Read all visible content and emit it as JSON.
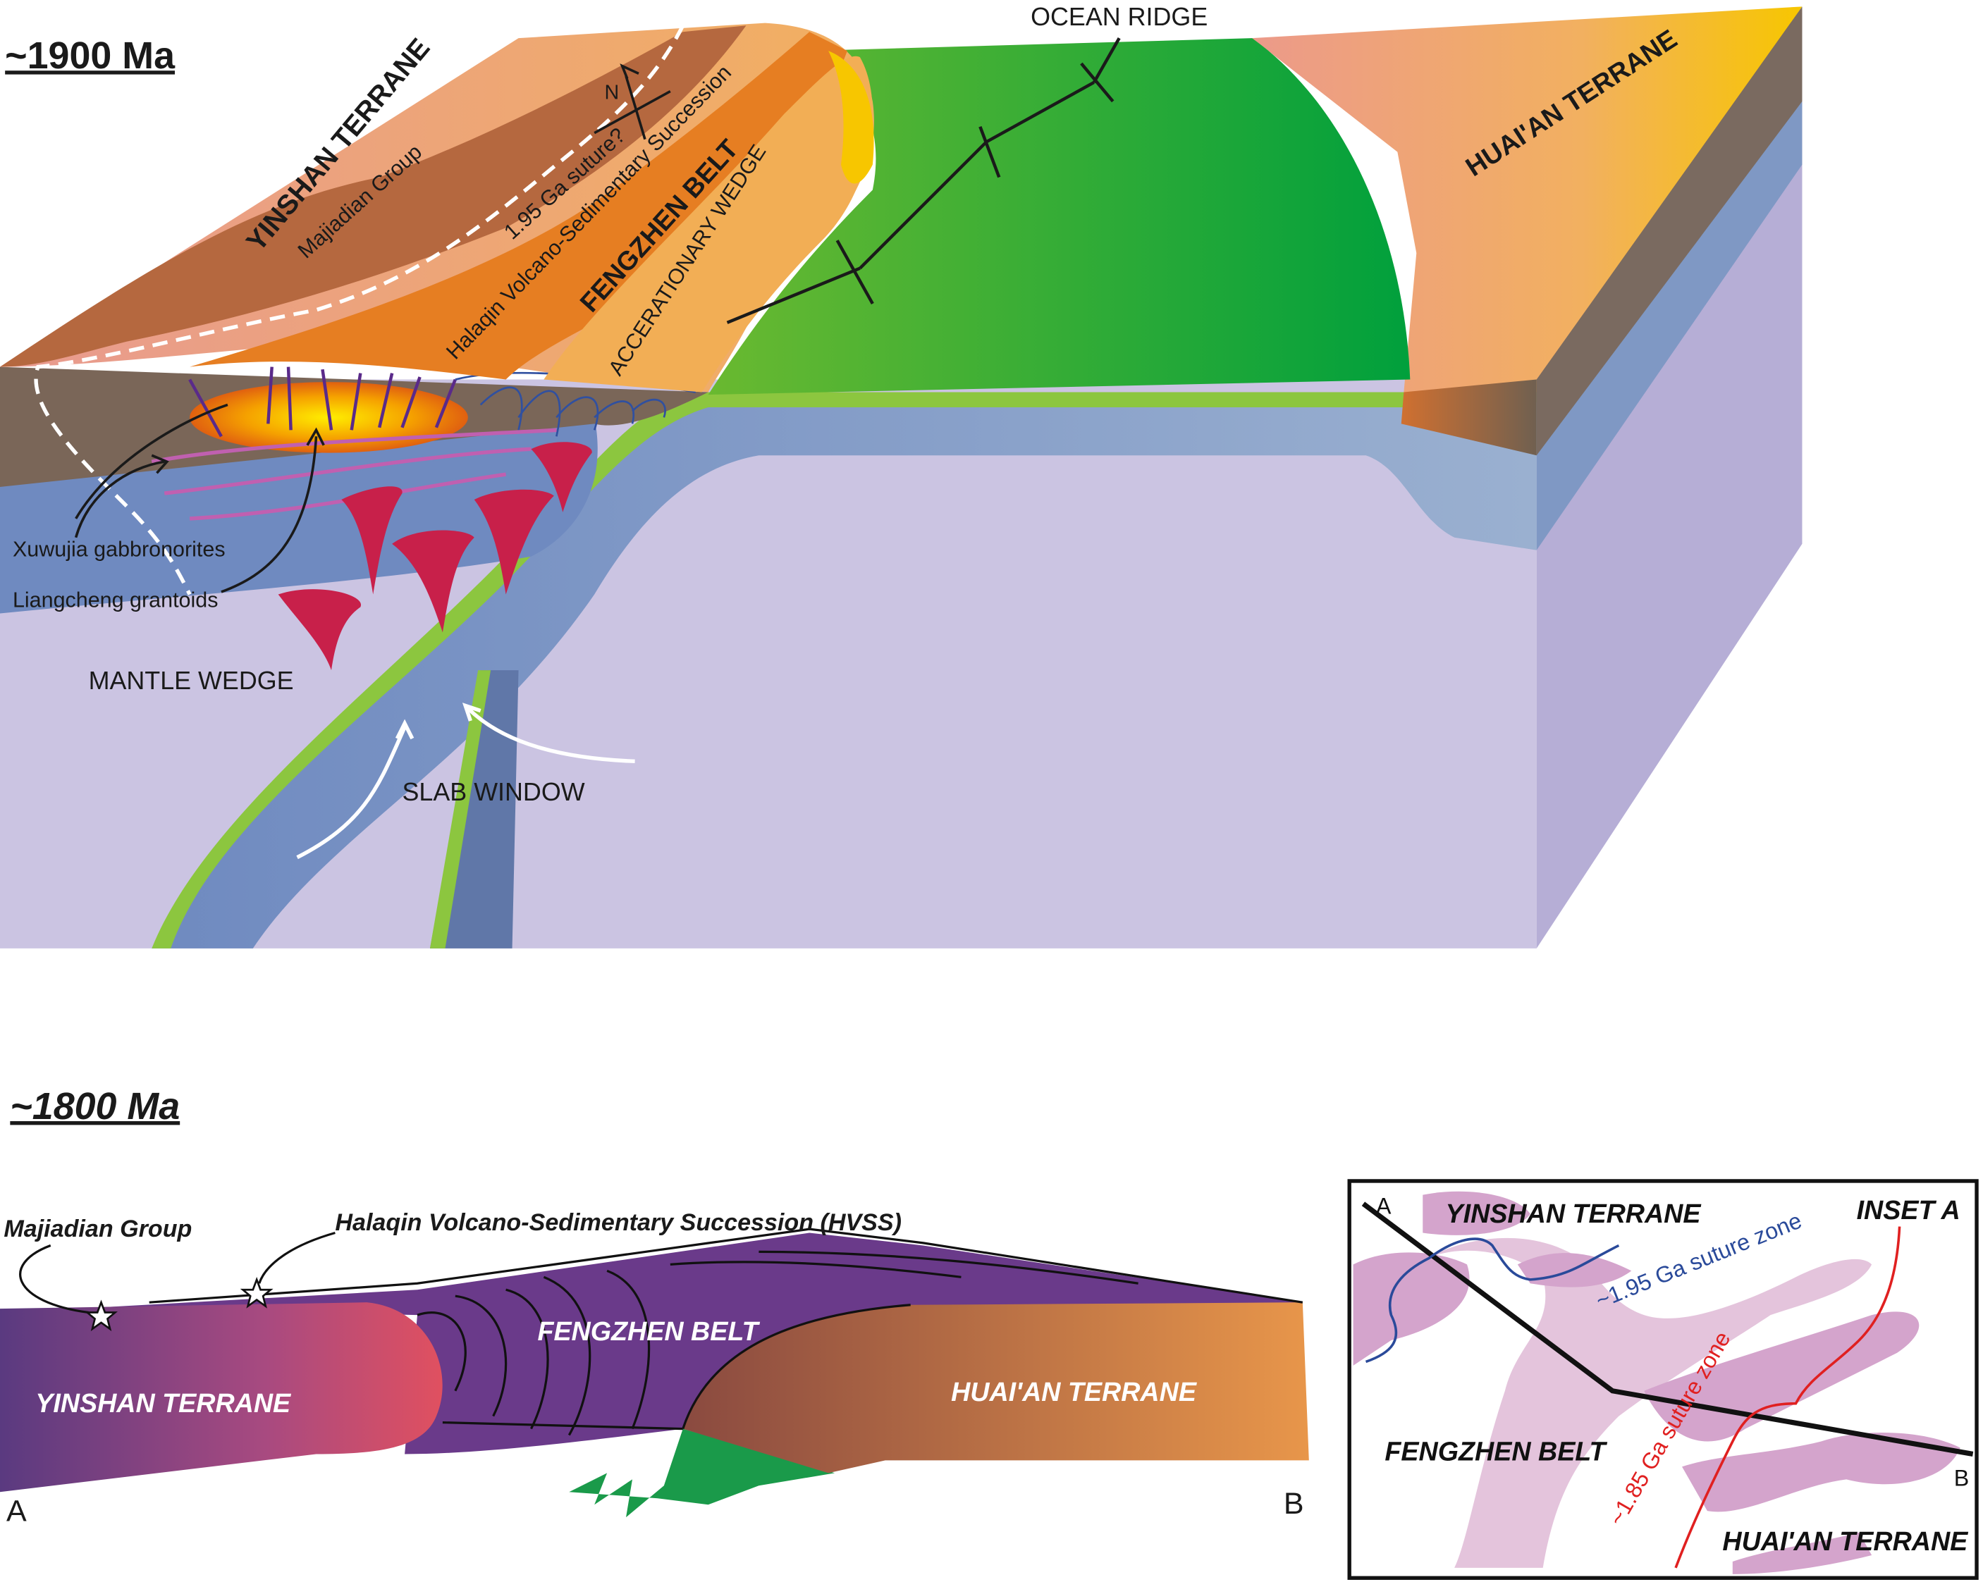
{
  "top_panel": {
    "age_label": "~1900 Ma",
    "labels": {
      "ocean_ridge": "OCEAN RIDGE",
      "yinshan_terrane": "YINSHAN TERRANE",
      "majiadian_group": "Majiadian  Group",
      "suture": "1.95 Ga suture?",
      "halaqin": "Halaqin Volcano-Sedimentary Succession",
      "fengzhen_belt": "FENGZHEN BELT",
      "accretionary_wedge": "ACCERATIONARY WEDGE",
      "huaian_terrane": "HUAI'AN TERRANE",
      "xuwujia": "Xuwujia gabbronorites",
      "liangcheng": "Liangcheng grantoids",
      "mantle_wedge": "MANTLE WEDGE",
      "slab_window": "SLAB WINDOW",
      "north_arrow": "N"
    }
  },
  "bottom_panel": {
    "age_label": "~1800 Ma",
    "labels": {
      "majiadian_group": "Majiadian Group",
      "hvss": "Halaqin Volcano-Sedimentary Succession (HVSS)",
      "yinshan_terrane": "YINSHAN TERRANE",
      "fengzhen_belt": "FENGZHEN BELT",
      "huaian_terrane": "HUAI'AN TERRANE",
      "end_a": "A",
      "end_b": "B"
    }
  },
  "inset": {
    "title": "INSET A",
    "point_a": "A",
    "point_b": "B",
    "yinshan_terrane": "YINSHAN TERRANE",
    "fengzhen_belt": "FENGZHEN BELT",
    "huaian_terrane": "HUAI'AN TERRANE",
    "suture_195": "~1.95 Ga suture zone",
    "suture_185": "~1.85 Ga suture zone"
  },
  "colors": {
    "ocean": "#1aa33a",
    "oceanic_slab": "#6f8ac0",
    "slab_edge": "#8cc63f",
    "mantle": "#c9c2e0",
    "yinshan_top": "#b5683f",
    "huaian_top": "#f0a860",
    "magma": "#c8204a",
    "suture_195": "#2a4a9a",
    "suture_185": "#e02020"
  }
}
